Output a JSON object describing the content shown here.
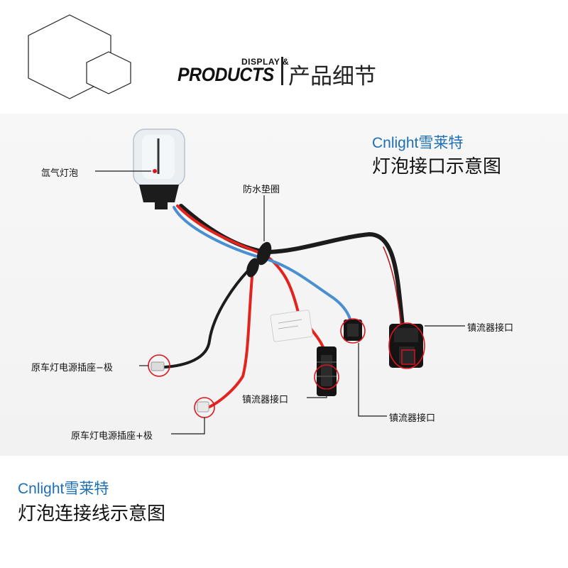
{
  "header": {
    "brand_small": "DISPLAY &",
    "brand_big": "PRODUCTS",
    "title_cn": "产品细节"
  },
  "diagram": {
    "brand": "Cnlight雪莱特",
    "title": "灯泡接口示意图"
  },
  "labels": {
    "bulb": "氙气灯泡",
    "waterproof": "防水垫圈",
    "ballast_right": "镇流器接口",
    "power_neg": "原车灯电源插座−极",
    "power_pos": "原车灯电源插座+极",
    "ballast_mid": "镇流器接口",
    "ballast_low": "镇流器接口"
  },
  "footer": {
    "brand": "Cnlight雪莱特",
    "title": "灯泡连接线示意图"
  },
  "colors": {
    "accent_blue": "#1e6fb4",
    "annotation_red": "#e0141e",
    "wire_red": "#e3231d",
    "wire_blue": "#4a8fd0",
    "wire_black": "#1c1c1c"
  }
}
